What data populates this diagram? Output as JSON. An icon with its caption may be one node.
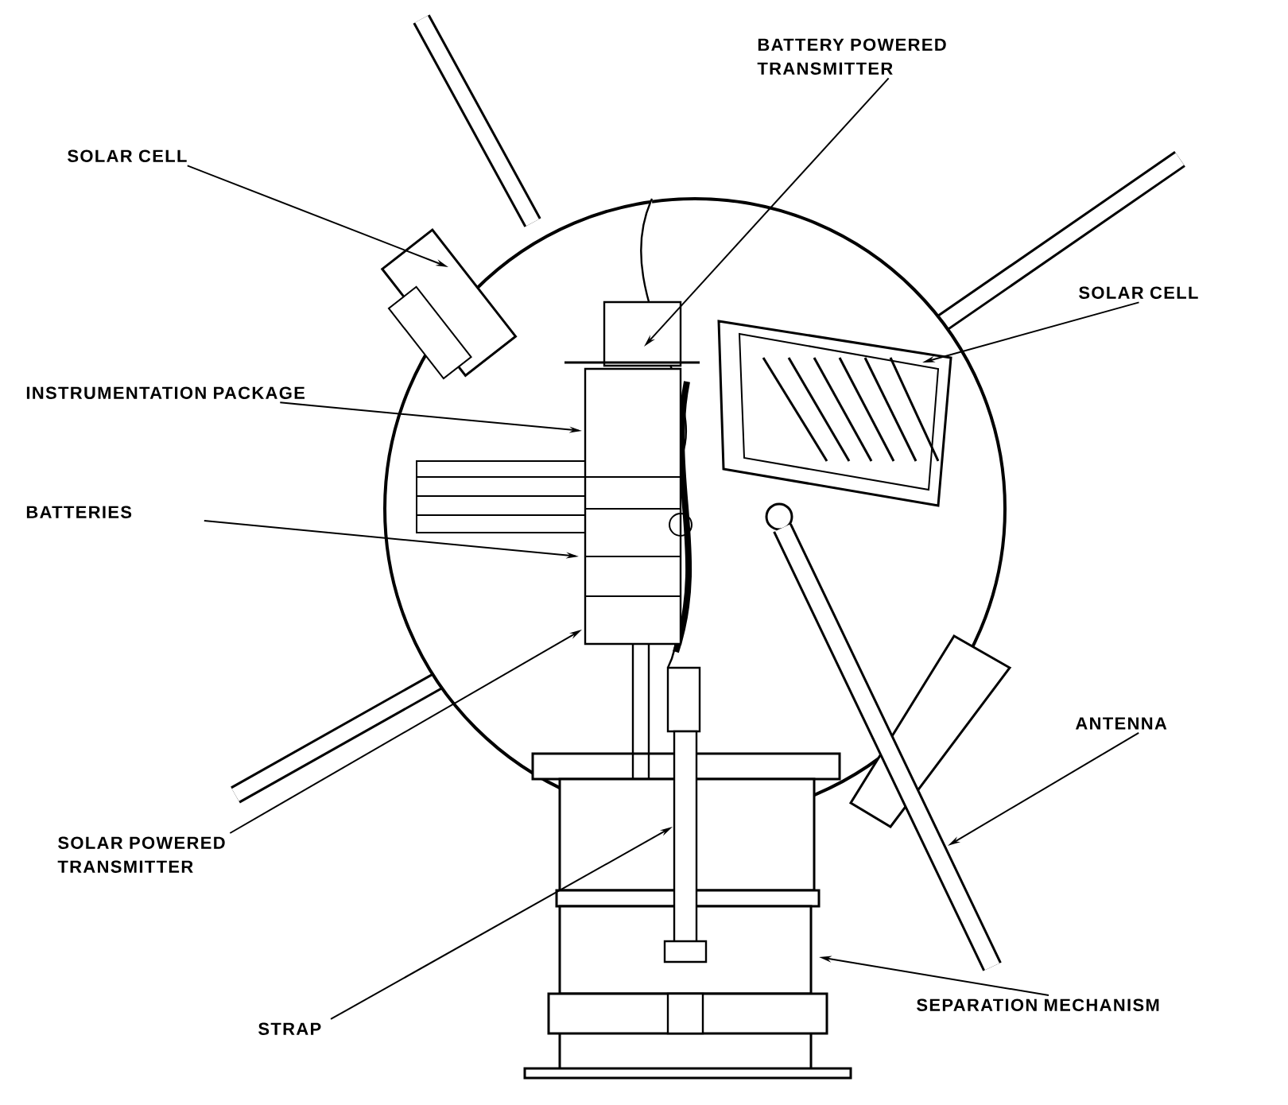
{
  "diagram": {
    "nodes": [
      {
        "text": [
          "SOLAR CELL"
        ]
      },
      {
        "text": [
          "BATTERY POWERED TRANSMITTER"
        ]
      },
      {
        "text": [
          "SOLAR CELL"
        ]
      },
      {
        "text": [
          "INSTRUMENTATION PACKAGE"
        ]
      },
      {
        "text": [
          "BATTERIES"
        ]
      },
      {
        "text": [
          "SOLAR POWERED TRANSMITTER"
        ]
      },
      {
        "text": [
          "ANTENNA"
        ]
      },
      {
        "text": [
          "STRAP"
        ]
      },
      {
        "text": [
          "SEPARATION MECHANISM"
        ]
      }
    ],
    "edges": [
      {
        "from": 0,
        "to": null,
        "arrow": "to"
      },
      {
        "from": 1,
        "to": null,
        "arrow": "to"
      },
      {
        "from": 2,
        "to": null,
        "arrow": "to"
      },
      {
        "from": 3,
        "to": null,
        "arrow": "to"
      },
      {
        "from": 4,
        "to": null,
        "arrow": "to"
      },
      {
        "from": 5,
        "to": null,
        "arrow": "to"
      },
      {
        "from": 6,
        "to": null,
        "arrow": "to"
      },
      {
        "from": 7,
        "to": null,
        "arrow": "to"
      },
      {
        "from": 8,
        "to": null,
        "arrow": "to"
      }
    ]
  }
}
